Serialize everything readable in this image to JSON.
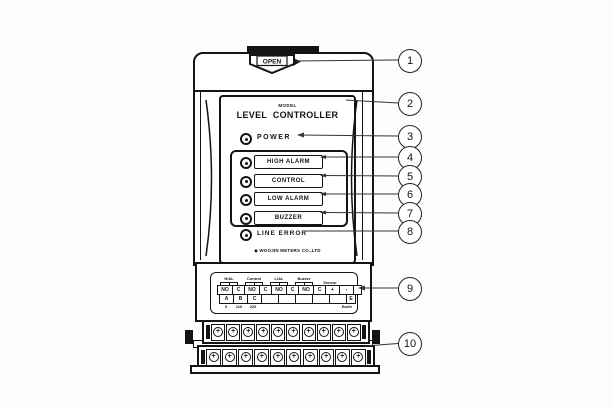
{
  "device": {
    "open_button": "OPEN",
    "model_caption": "MODEL",
    "title": "LEVEL CONTROLLER",
    "power_label": "POWER",
    "indicator_labels": [
      "HIGH ALARM",
      "CONTROL",
      "LOW ALARM",
      "BUZZER"
    ],
    "line_error_label": "LINE ERROR",
    "maker_logo": "◆ WOOJIN METERS CO.,LTD"
  },
  "terminal_plate": {
    "group_labels": [
      "H/AL",
      "Control",
      "L/AL",
      "Buzzer",
      "Sensor"
    ],
    "row1": [
      "NO",
      "C",
      "NO",
      "C",
      "NO",
      "C",
      "NO",
      "C",
      "+",
      "-",
      ""
    ],
    "row2": [
      "A",
      "B",
      "C",
      "",
      "",
      "",
      "",
      "",
      "E"
    ],
    "voltage_labels": [
      "0",
      "110",
      "220"
    ],
    "earth_label": "Earth"
  },
  "callouts": [
    "1",
    "2",
    "3",
    "4",
    "5",
    "6",
    "7",
    "8",
    "9",
    "10"
  ],
  "colors": {
    "ink": "#141414",
    "paper": "#fdfdfd"
  }
}
